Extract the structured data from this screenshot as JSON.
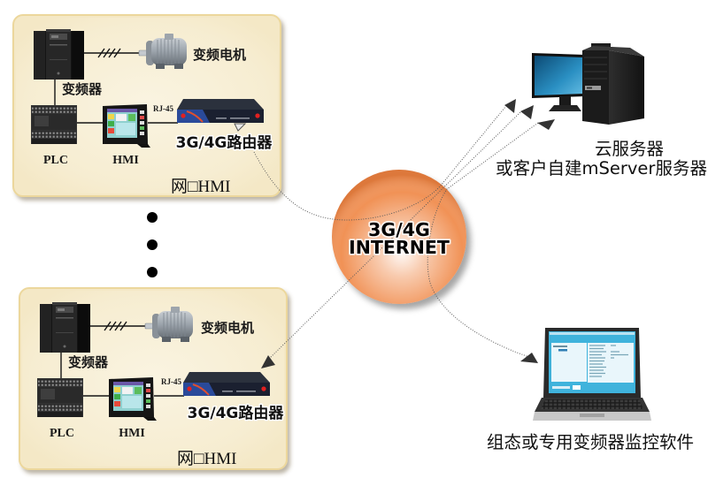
{
  "sites": [
    {
      "site_label": "网□HMI",
      "inverter_label": "变频器",
      "motor_label": "变频电机",
      "plc_label": "PLC",
      "hmi_label": "HMI",
      "port_label": "RJ-45",
      "router_label": "3G/4G路由器"
    },
    {
      "site_label": "网□HMI",
      "inverter_label": "变频器",
      "motor_label": "变频电机",
      "plc_label": "PLC",
      "hmi_label": "HMI",
      "port_label": "RJ-45",
      "router_label": "3G/4G路由器"
    }
  ],
  "more_sites_indicator": "vertical-ellipsis",
  "network": {
    "line1": "3G/4G",
    "line2": "INTERNET"
  },
  "server": {
    "line1": "云服务器",
    "line2": "或客户自建mServer服务器"
  },
  "client": {
    "label": "组态或专用变频器监控软件"
  },
  "icons": {
    "inverter": "inverter-icon",
    "motor": "motor-icon",
    "plc": "plc-icon",
    "hmi": "hmi-icon",
    "router": "router-icon",
    "internet": "globe-icon",
    "server": "desktop-server-icon",
    "client": "laptop-icon",
    "connector_end": "arrowhead-icon"
  },
  "colors": {
    "panel_background": "#f4e8c6",
    "panel_border": "#ecd79c",
    "internet_globe": "#f08c4e",
    "connector_line": "#5a5a5a",
    "arrowhead": "#333333",
    "ellipsis_dots": "#000000",
    "router_led": "#e22020",
    "server_screen": "#2a8fc2",
    "laptop_screen": "#3fb3dc"
  }
}
